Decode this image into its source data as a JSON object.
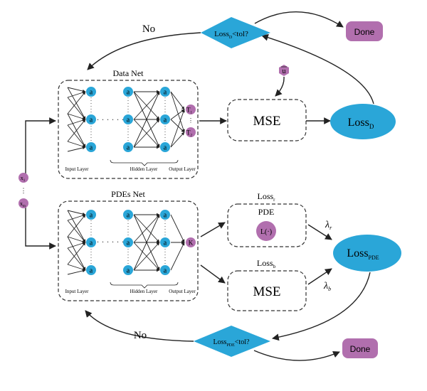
{
  "data_net": {
    "title": "Data Net",
    "node_label": "a",
    "inputs": [
      "x",
      "1"
    ],
    "out_top": "T",
    "out_top_sub": "1",
    "out_bot": "T",
    "out_bot_sub": "2",
    "input_layer": "Input Layer",
    "hidden_layer": "Hidden Layer",
    "output_layer": "Output Layer",
    "mse": "MSE",
    "loss": "Loss",
    "loss_sub": "D",
    "ubar": "u",
    "decision_main": "Loss",
    "decision_sub": "D",
    "decision_tail": "<tol?",
    "no_label": "No",
    "done_label": "Done"
  },
  "inputs": {
    "x1": "x",
    "x1_sub": "1",
    "xn": "x",
    "xn_sub": "m"
  },
  "pde_net": {
    "title": "PDEs Net",
    "node_label": "a",
    "out": "K",
    "input_layer": "Input Layer",
    "hidden_layer": "Hidden Layer",
    "output_layer": "Output Layer",
    "loss_r": "Loss",
    "loss_r_sub": "r",
    "pde_title": "PDE",
    "operator": "L(·)",
    "loss_b": "Loss",
    "loss_b_sub": "b",
    "mse": "MSE",
    "lambda_r": "λ",
    "lambda_r_sub": "r",
    "lambda_b": "λ",
    "lambda_b_sub": "b",
    "loss_pde": "Loss",
    "loss_pde_sub": "PDE",
    "decision_main": "Loss",
    "decision_sub": "PDE",
    "decision_tail": "<tol?",
    "no_label": "No",
    "done_label": "Done"
  },
  "colors": {
    "node": "#2aa6d8",
    "ellipse": "#2aa6d8",
    "purple": "#b16fae",
    "stroke": "#222222"
  }
}
